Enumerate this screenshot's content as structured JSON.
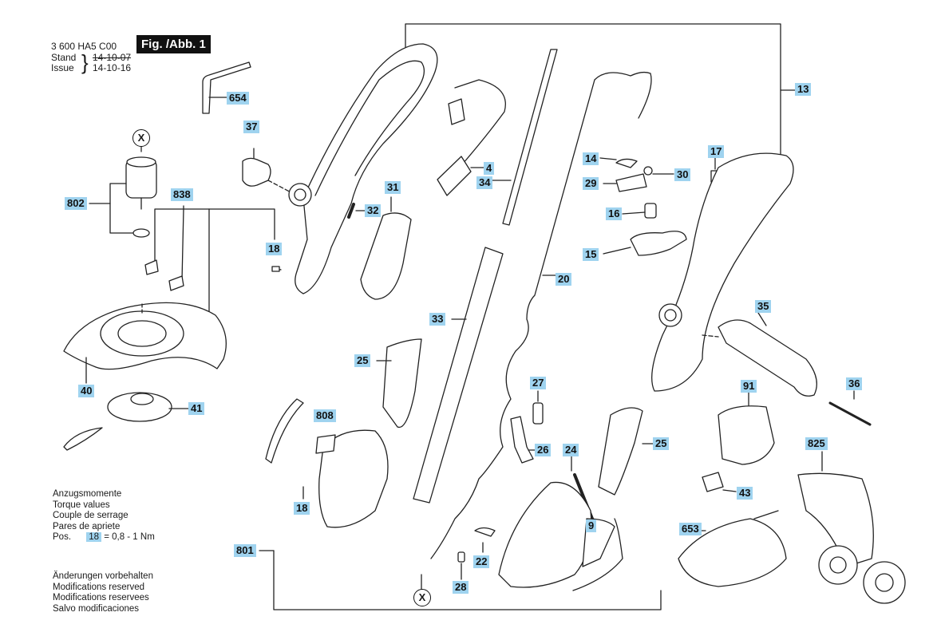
{
  "header": {
    "doc_code": "3 600 HA5 C00",
    "stand_label": "Stand",
    "issue_label": "Issue",
    "stand_date": "14-10-07",
    "issue_date": "14-10-16",
    "figure": "Fig. /Abb. 1"
  },
  "parts": [
    "654",
    "37",
    "802",
    "838",
    "18",
    "32",
    "31",
    "4",
    "34",
    "14",
    "30",
    "29",
    "16",
    "15",
    "20",
    "13",
    "17",
    "33",
    "35",
    "36",
    "25",
    "27",
    "26",
    "24",
    "25",
    "91",
    "825",
    "43",
    "653",
    "40",
    "41",
    "808",
    "18",
    "801",
    "22",
    "28",
    "9",
    "X",
    "X"
  ],
  "torque_notes": {
    "l1": "Anzugsmomente",
    "l2": "Torque values",
    "l3": "Couple de serrage",
    "l4": "Pares de apriete",
    "pos": "Pos.",
    "pos_ref": "18",
    "pos_val": "= 0,8 - 1 Nm"
  },
  "modification_notes": {
    "l1": "Änderungen vorbehalten",
    "l2": "Modifications reserved",
    "l3": "Modifications reservees",
    "l4": "Salvo modificaciones"
  }
}
